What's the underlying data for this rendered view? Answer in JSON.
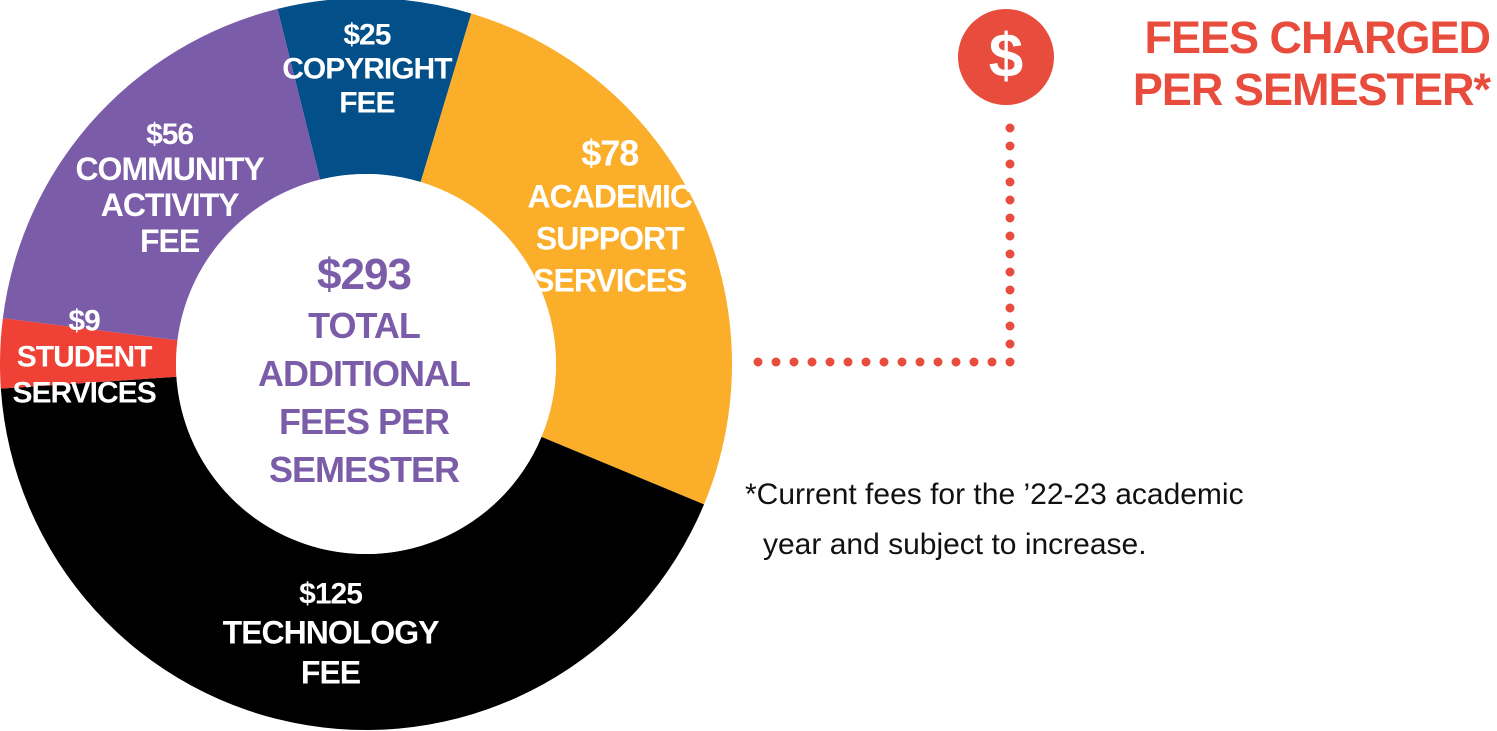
{
  "chart_data": {
    "type": "pie",
    "title": "FEES CHARGED PER SEMESTER*",
    "title_lines": [
      "FEES CHARGED",
      "PER SEMESTER*"
    ],
    "center": {
      "value": "$293",
      "lines": [
        "TOTAL",
        "ADDITIONAL",
        "FEES PER",
        "SEMESTER"
      ]
    },
    "slices": [
      {
        "value": 25,
        "value_label": "$25",
        "label_lines": [
          "COPYRIGHT",
          "FEE"
        ],
        "color": "#034f8a"
      },
      {
        "value": 78,
        "value_label": "$78",
        "label_lines": [
          "ACADEMIC",
          "SUPPORT",
          "SERVICES"
        ],
        "color": "#fbae29"
      },
      {
        "value": 125,
        "value_label": "$125",
        "label_lines": [
          "TECHNOLOGY",
          "FEE"
        ],
        "color": "#000000"
      },
      {
        "value": 9,
        "value_label": "$9",
        "label_lines": [
          "STUDENT",
          "SERVICES"
        ],
        "color": "#ef4135"
      },
      {
        "value": 56,
        "value_label": "$56",
        "label_lines": [
          "COMMUNITY",
          "ACTIVITY",
          "FEE"
        ],
        "color": "#7b5ca8"
      }
    ],
    "total": 293
  },
  "badge_symbol": "$",
  "footnote": {
    "line1": "*Current fees for the ’22-23 academic",
    "line2": "year and subject to increase."
  },
  "colors": {
    "accent": "#e84c3d",
    "center_text": "#7b5ca8"
  },
  "icons": {
    "badge": "dollar-sign-icon"
  }
}
